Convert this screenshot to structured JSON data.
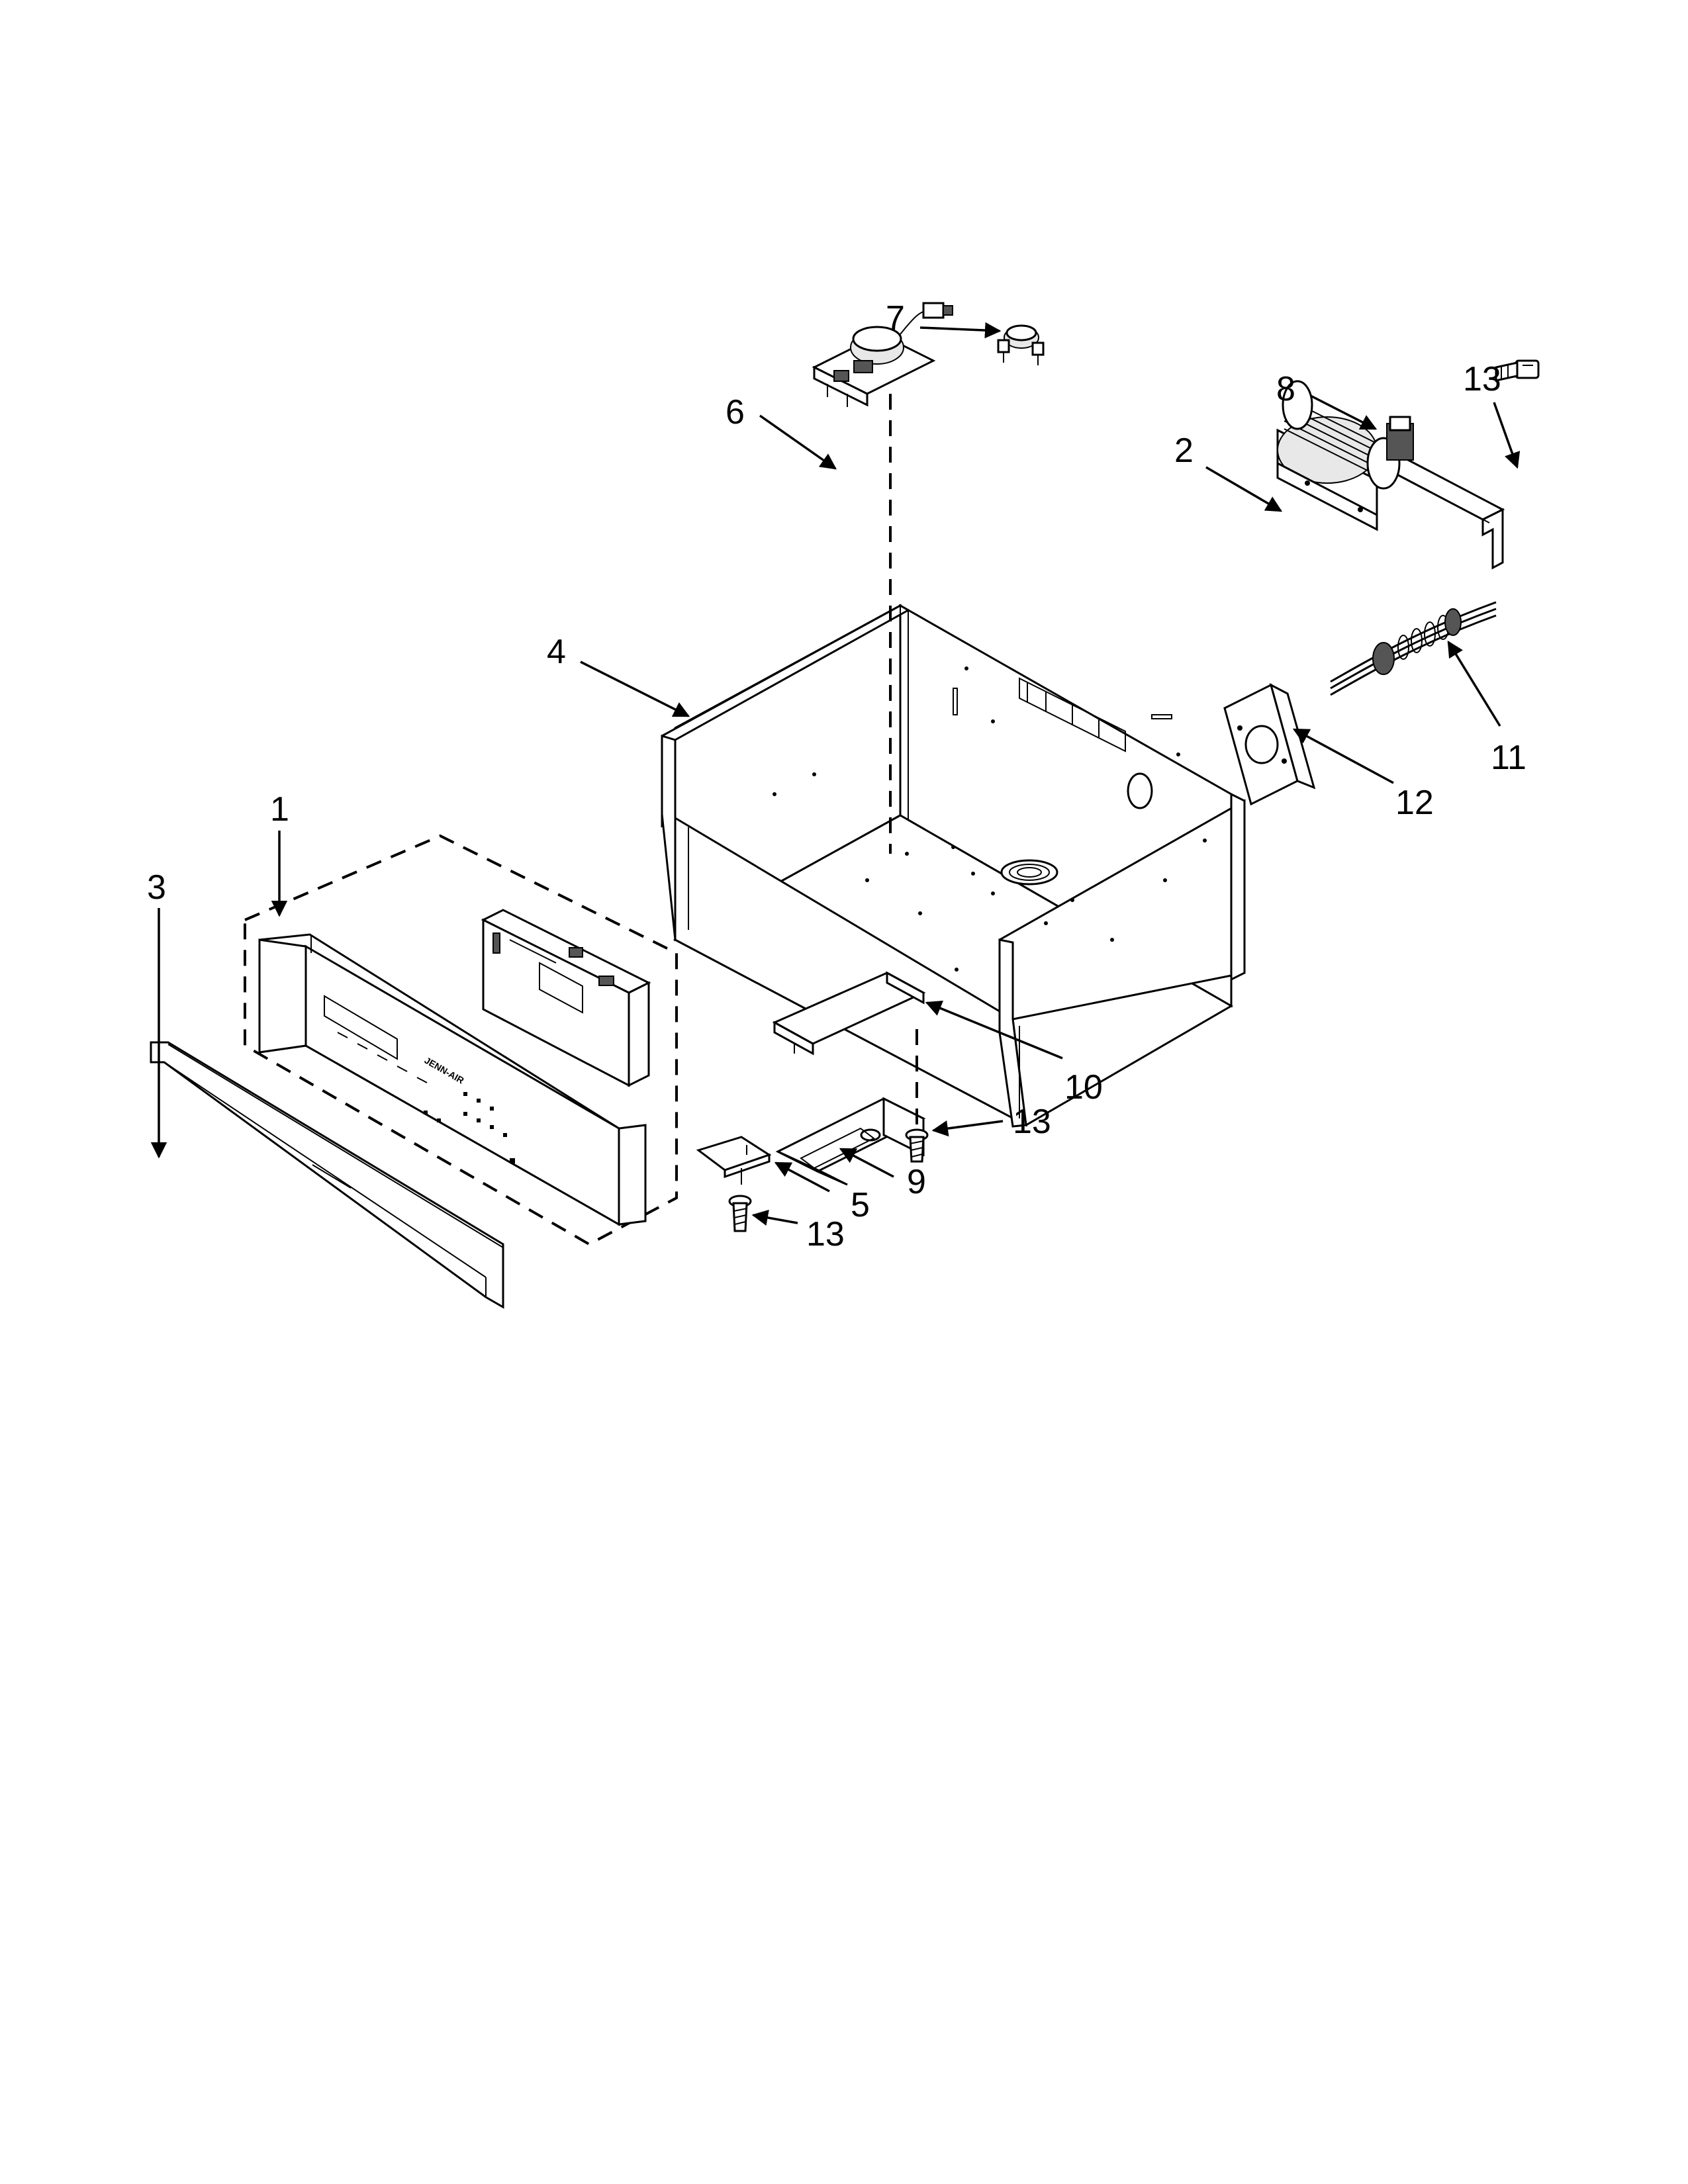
{
  "diagram": {
    "callouts": [
      {
        "id": "c7",
        "label": "7"
      },
      {
        "id": "c6",
        "label": "6"
      },
      {
        "id": "c8",
        "label": "8"
      },
      {
        "id": "c13a",
        "label": "13"
      },
      {
        "id": "c2",
        "label": "2"
      },
      {
        "id": "c4",
        "label": "4"
      },
      {
        "id": "c11",
        "label": "11"
      },
      {
        "id": "c12",
        "label": "12"
      },
      {
        "id": "c1",
        "label": "1"
      },
      {
        "id": "c3",
        "label": "3"
      },
      {
        "id": "c10",
        "label": "10"
      },
      {
        "id": "c13b",
        "label": "13"
      },
      {
        "id": "c9",
        "label": "9"
      },
      {
        "id": "c5",
        "label": "5"
      },
      {
        "id": "c13c",
        "label": "13"
      }
    ],
    "control_panel_brand": "JENN-AIR"
  }
}
